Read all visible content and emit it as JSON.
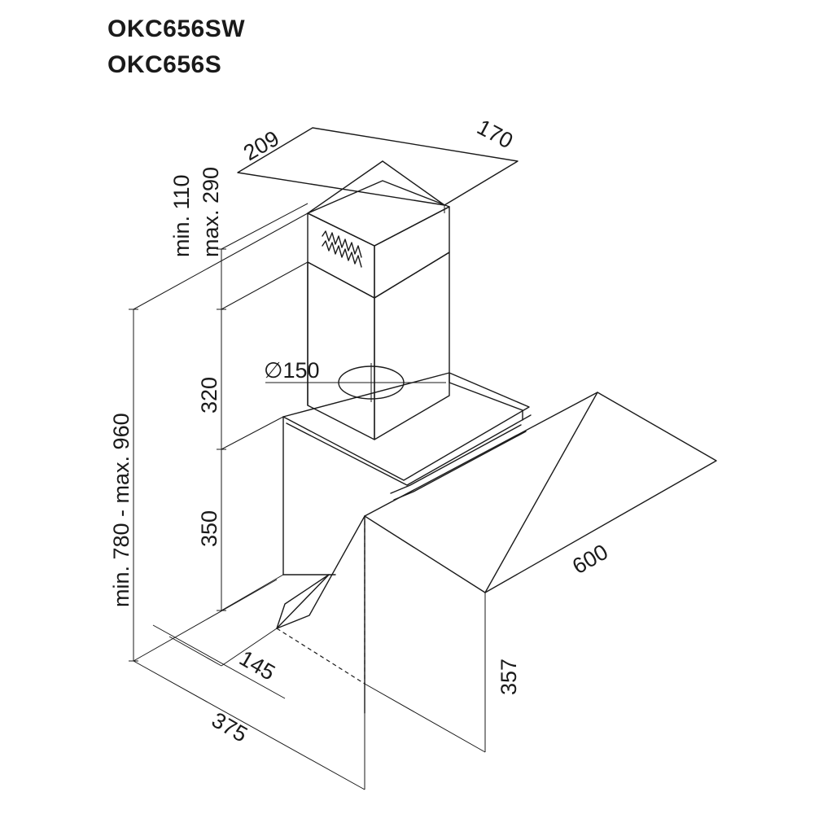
{
  "models": [
    "OKC656SW",
    "OKC656S"
  ],
  "dimensions": {
    "chimney_depth": "209",
    "chimney_width": "170",
    "chimney_extension": "min. 110",
    "chimney_extension_max": "max. 290",
    "total_height": "min. 780 - max. 960",
    "chimney_height": "320",
    "canopy_height": "350",
    "duct_diameter": "∅150",
    "width": "600",
    "front_height": "357",
    "wall_offset": "145",
    "depth": "375"
  }
}
